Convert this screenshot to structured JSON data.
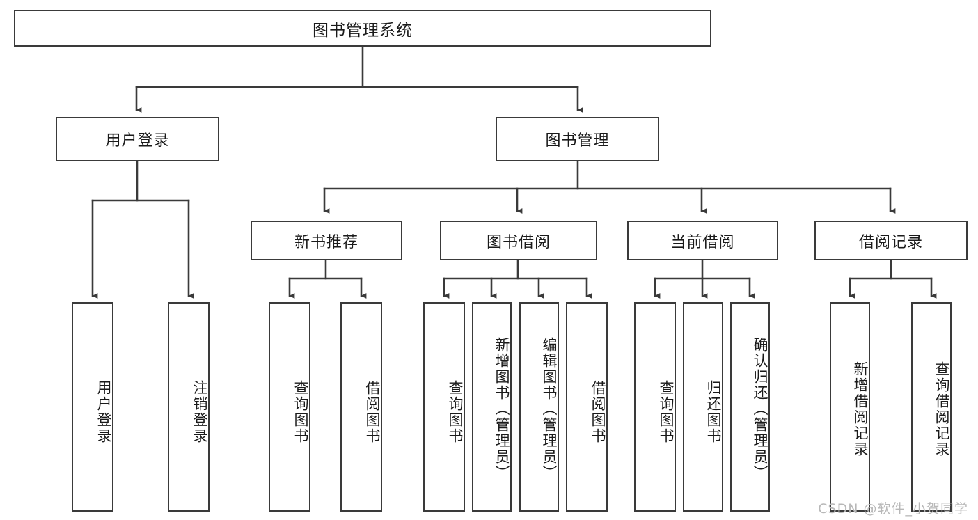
{
  "diagram": {
    "title": "图书管理系统",
    "type": "tree",
    "watermark": "CSDN @软件_小贺同学",
    "colors": {
      "box_border": "#3a3a3a",
      "box_fill": "#ffffff",
      "connector": "#3a3a3a",
      "text": "#1a1a1a",
      "watermark": "#b8b8b8"
    },
    "levels": {
      "level1": [
        {
          "id": "root",
          "label": "图书管理系统"
        }
      ],
      "level2": [
        {
          "id": "user-login",
          "label": "用户登录",
          "parent": "root"
        },
        {
          "id": "book-manage",
          "label": "图书管理",
          "parent": "root"
        }
      ],
      "level3": [
        {
          "id": "new-book-rec",
          "label": "新书推荐",
          "parent": "book-manage"
        },
        {
          "id": "book-borrow",
          "label": "图书借阅",
          "parent": "book-manage"
        },
        {
          "id": "current-borrow",
          "label": "当前借阅",
          "parent": "book-manage"
        },
        {
          "id": "borrow-record",
          "label": "借阅记录",
          "parent": "book-manage"
        }
      ],
      "leaves": [
        {
          "id": "leaf-user-login",
          "label": "用户登录",
          "parent": "user-login"
        },
        {
          "id": "leaf-logout",
          "label": "注销登录",
          "parent": "user-login"
        },
        {
          "id": "leaf-query-book-1",
          "label": "查询图书",
          "parent": "new-book-rec"
        },
        {
          "id": "leaf-borrow-book-1",
          "label": "借阅图书",
          "parent": "new-book-rec"
        },
        {
          "id": "leaf-query-book-2",
          "label": "查询图书",
          "parent": "book-borrow"
        },
        {
          "id": "leaf-add-book",
          "label": "新增图书（管理员）",
          "parent": "book-borrow"
        },
        {
          "id": "leaf-edit-book",
          "label": "编辑图书（管理员）",
          "parent": "book-borrow"
        },
        {
          "id": "leaf-borrow-book-2",
          "label": "借阅图书",
          "parent": "book-borrow"
        },
        {
          "id": "leaf-query-book-3",
          "label": "查询图书",
          "parent": "current-borrow"
        },
        {
          "id": "leaf-return-book",
          "label": "归还图书",
          "parent": "current-borrow"
        },
        {
          "id": "leaf-confirm-return",
          "label": "确认归还（管理员）",
          "parent": "current-borrow"
        },
        {
          "id": "leaf-add-record",
          "label": "新增借阅记录",
          "parent": "borrow-record"
        },
        {
          "id": "leaf-query-record",
          "label": "查询借阅记录",
          "parent": "borrow-record"
        }
      ]
    }
  }
}
